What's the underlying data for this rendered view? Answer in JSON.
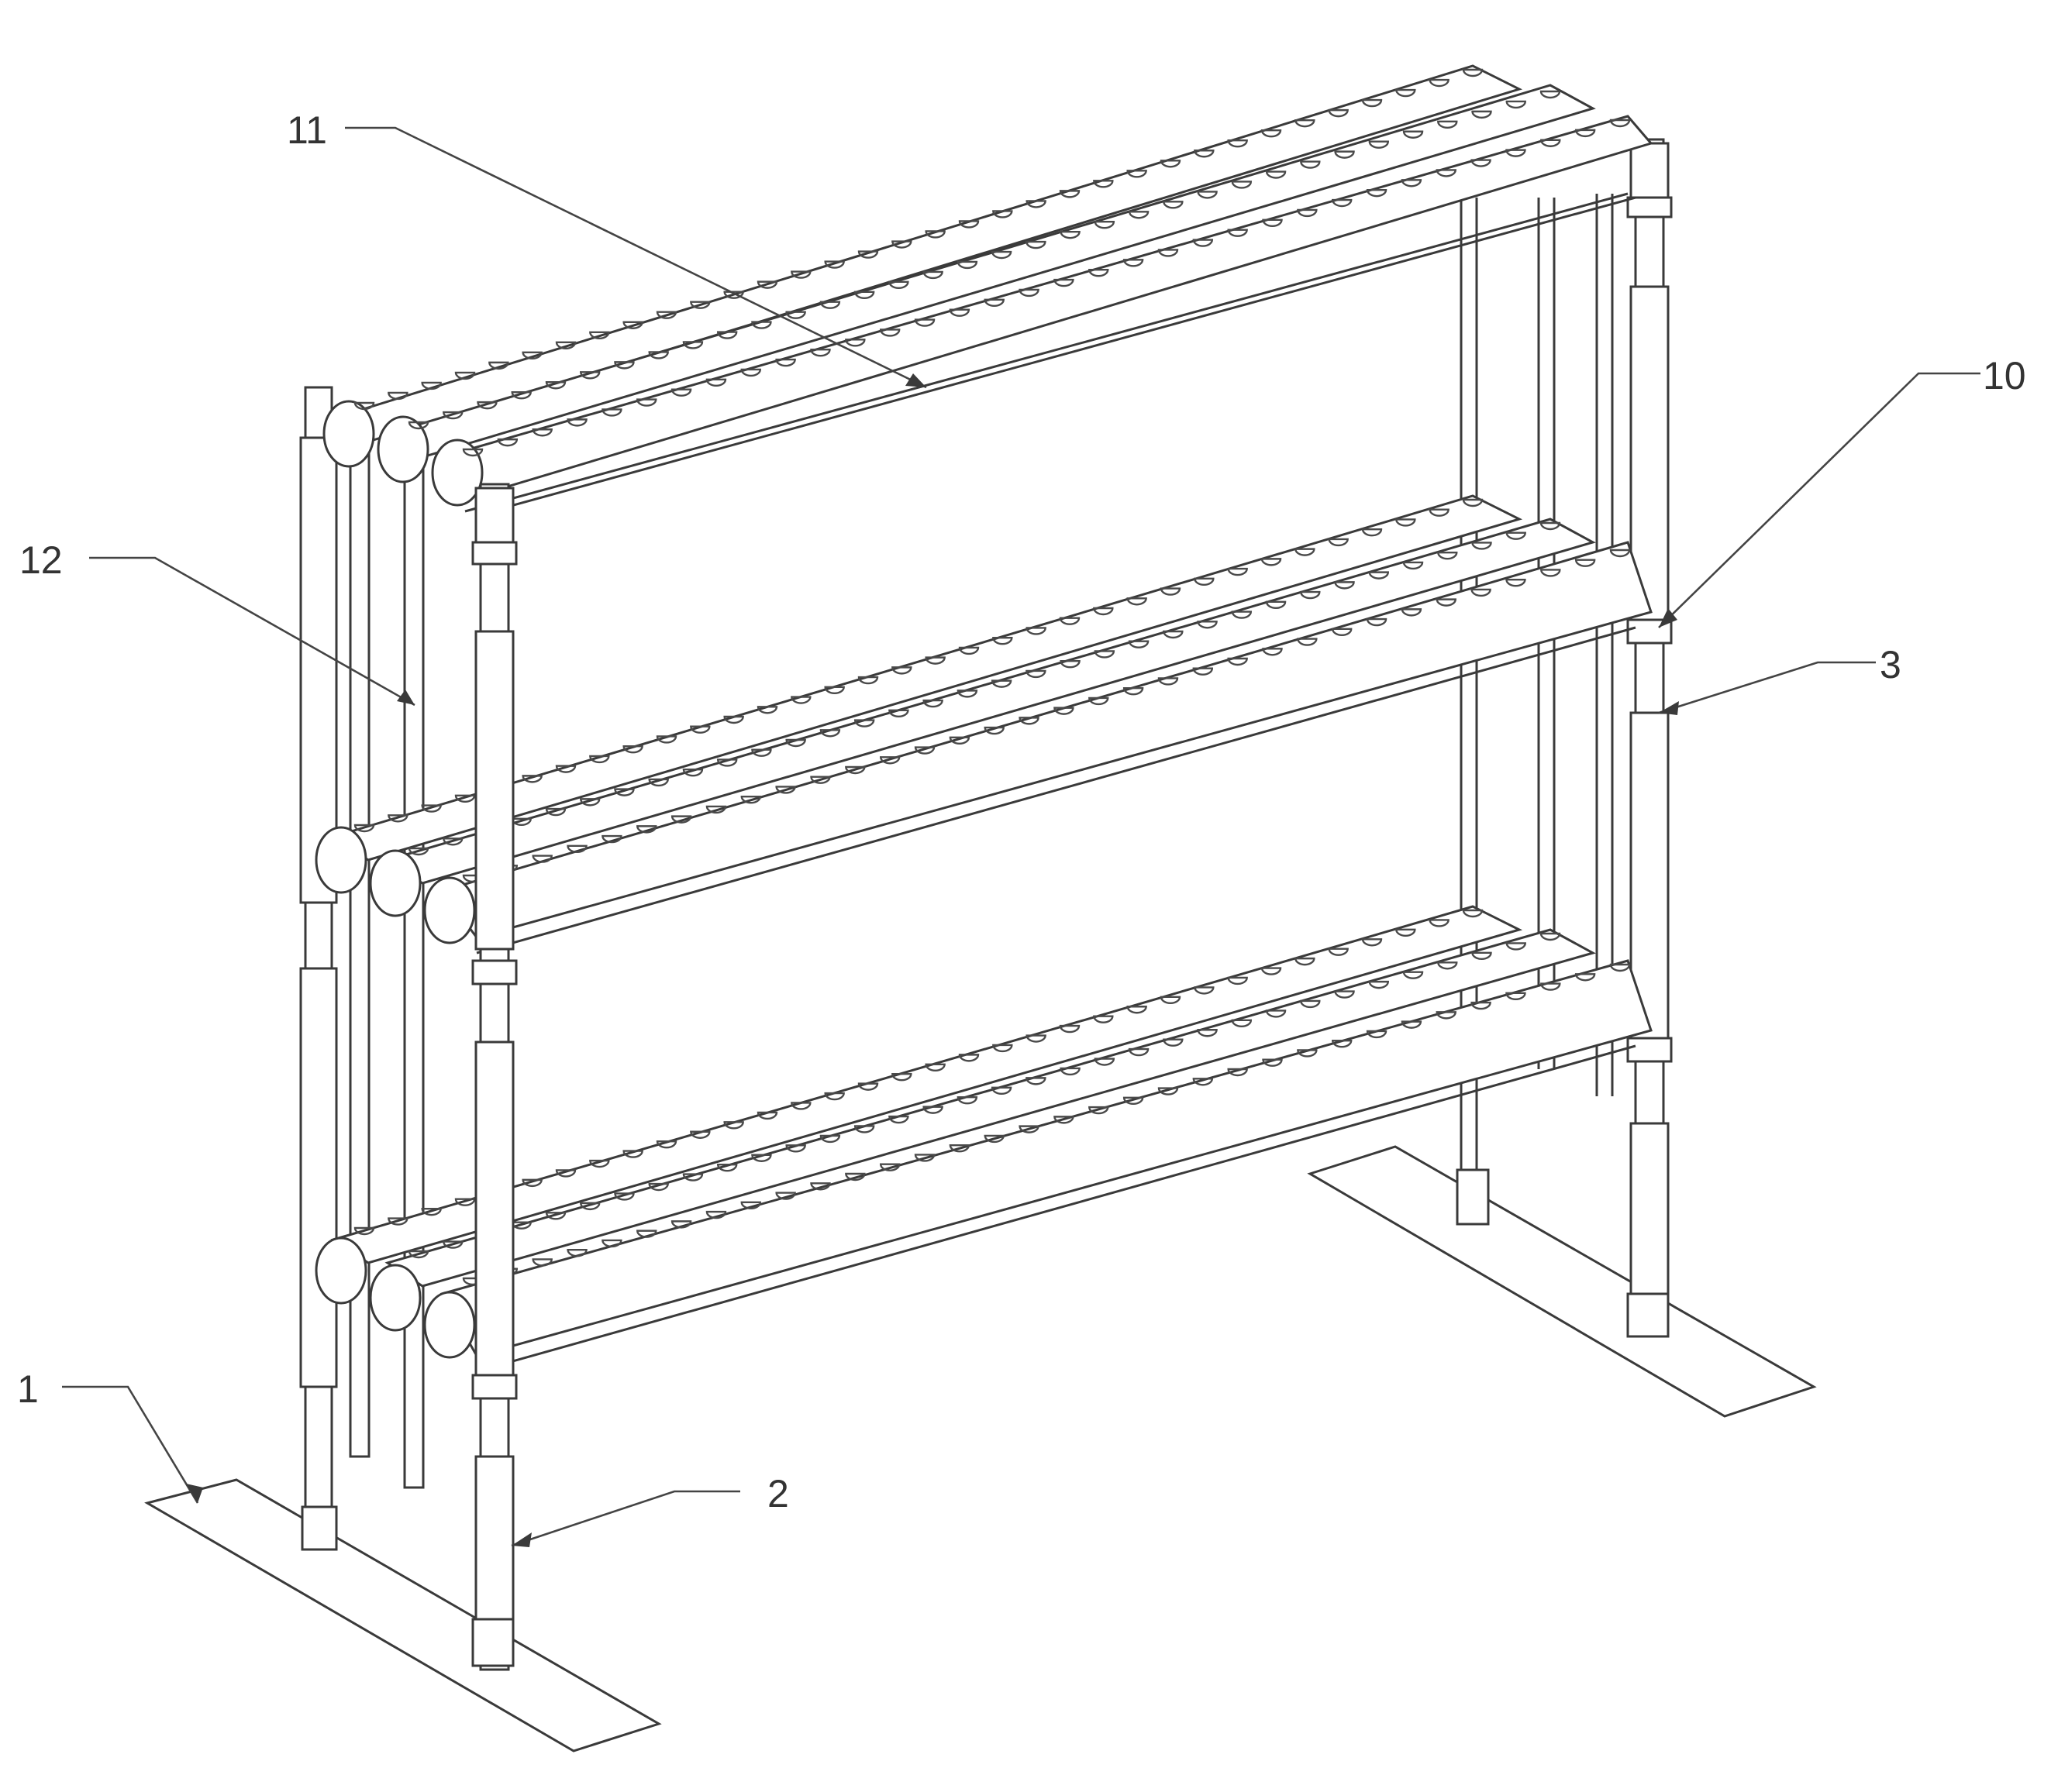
{
  "figure": {
    "callouts": [
      {
        "id": "c1",
        "text": "1"
      },
      {
        "id": "c2",
        "text": "2"
      },
      {
        "id": "c3",
        "text": "3"
      },
      {
        "id": "c10",
        "text": "10"
      },
      {
        "id": "c11",
        "text": "11"
      },
      {
        "id": "c12",
        "text": "12"
      }
    ],
    "colors": {
      "line": "#3a3a3a",
      "background": "#ffffff",
      "label": "#333333"
    }
  }
}
